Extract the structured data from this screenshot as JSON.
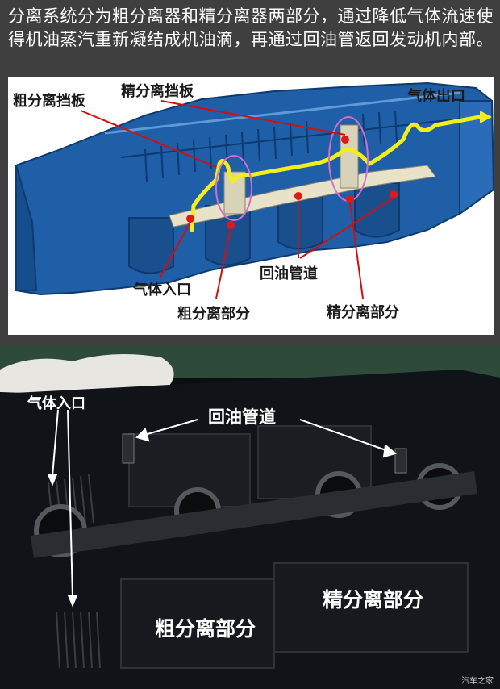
{
  "caption": "分离系统分为粗分离器和精分离器两部分，通过降低气体流速使得机油蒸汽重新凝结成机油滴，再通过回油管返回发动机内部。",
  "diagram": {
    "labels": {
      "coarse_baffle": "粗分离挡板",
      "fine_baffle": "精分离挡板",
      "gas_outlet": "气体出口",
      "gas_inlet": "气体入口",
      "oil_return": "回油管道",
      "coarse_part": "粗分离部分",
      "fine_part": "精分离部分"
    },
    "colors": {
      "housing": "#1f5fa8",
      "housing_dark": "#0e3a70",
      "gas_flow": "#f2ee1e",
      "annotation_line": "#d01010",
      "highlight_ellipse": "#d070c8",
      "baffle_part": "#e8e2c8"
    }
  },
  "photo": {
    "labels": {
      "gas_inlet": "气体入口",
      "oil_return": "回油管道",
      "coarse_part": "粗分离部分",
      "fine_part": "精分离部分"
    },
    "watermark": "汽车之家"
  }
}
